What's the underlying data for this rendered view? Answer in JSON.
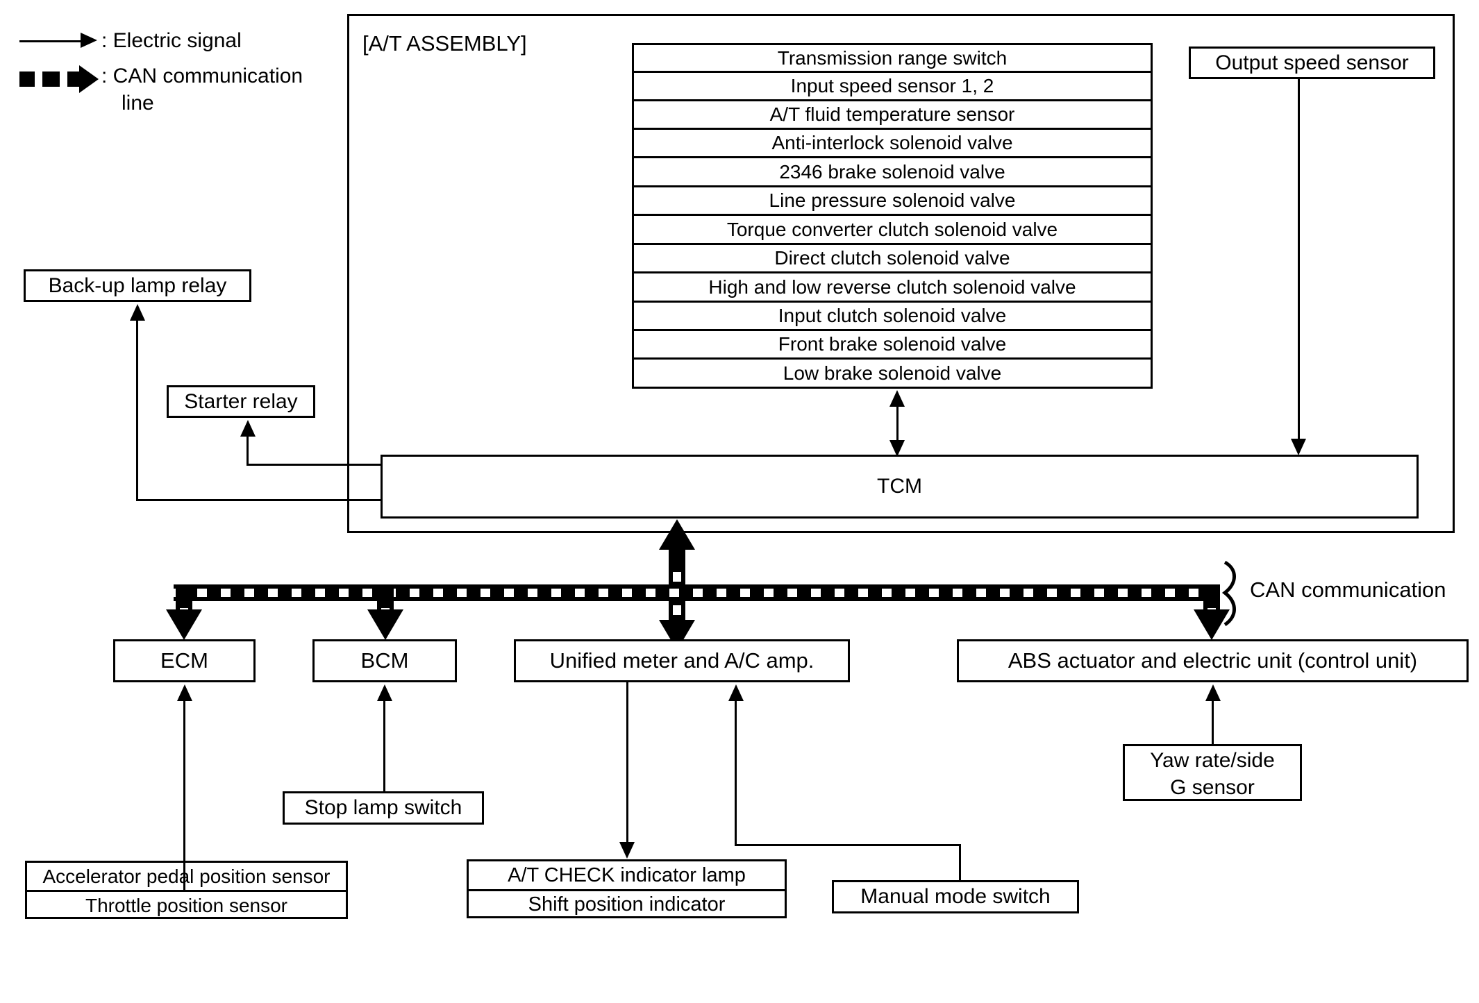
{
  "legend": {
    "electric_signal": ": Electric signal",
    "can_line_1": ": CAN communication",
    "can_line_2": "line"
  },
  "assembly": {
    "title": "[A/T ASSEMBLY]"
  },
  "tcm": {
    "label": "TCM"
  },
  "at_components": {
    "items": [
      "Transmission range switch",
      "Input speed sensor 1, 2",
      "A/T fluid temperature sensor",
      "Anti-interlock solenoid valve",
      "2346 brake solenoid valve",
      "Line pressure solenoid valve",
      "Torque converter clutch solenoid valve",
      "Direct clutch solenoid valve",
      "High and low reverse clutch solenoid valve",
      "Input clutch solenoid valve",
      "Front brake solenoid valve",
      "Low brake solenoid valve"
    ]
  },
  "output_speed_sensor": {
    "label": "Output speed sensor"
  },
  "relays": {
    "backup_lamp": "Back-up lamp relay",
    "starter": "Starter relay"
  },
  "can_bus": {
    "label": "CAN communication"
  },
  "modules": {
    "ecm": "ECM",
    "bcm": "BCM",
    "unified_meter": "Unified meter and A/C amp.",
    "abs": "ABS actuator and electric unit (control unit)"
  },
  "sensors": {
    "yaw_rate": {
      "line1": "Yaw rate/side",
      "line2": "G sensor"
    },
    "stop_lamp_switch": "Stop lamp switch",
    "manual_mode_switch": "Manual mode switch",
    "pedal_stack": [
      "Accelerator pedal position sensor",
      "Throttle position sensor"
    ],
    "indicator_stack": [
      "A/T CHECK indicator lamp",
      "Shift position indicator"
    ]
  },
  "colors": {
    "ink": "#000000",
    "paper": "#ffffff"
  }
}
